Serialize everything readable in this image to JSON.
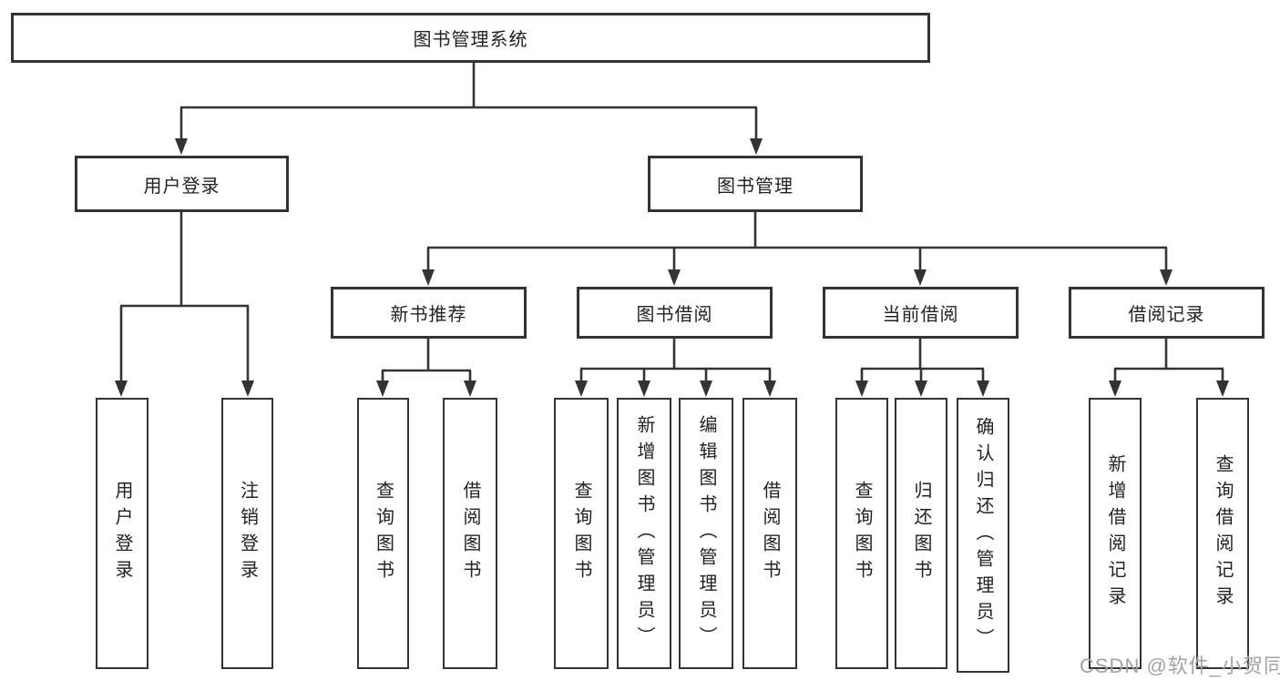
{
  "diagram": {
    "root": {
      "label": "图书管理系统"
    },
    "level2": [
      {
        "label": "用户登录"
      },
      {
        "label": "图书管理"
      }
    ],
    "level3": [
      {
        "label": "新书推荐"
      },
      {
        "label": "图书借阅"
      },
      {
        "label": "当前借阅"
      },
      {
        "label": "借阅记录"
      }
    ],
    "groups": [
      {
        "parent": "用户登录",
        "children": [
          "用户登录",
          "注销登录"
        ]
      },
      {
        "parent": "新书推荐",
        "children": [
          "查询图书",
          "借阅图书"
        ]
      },
      {
        "parent": "图书借阅",
        "children": [
          "查询图书",
          "新增图书（管理员）",
          "编辑图书（管理员）",
          "借阅图书"
        ]
      },
      {
        "parent": "当前借阅",
        "children": [
          "查询图书",
          "归还图书",
          "确认归还（管理员）"
        ]
      },
      {
        "parent": "借阅记录",
        "children": [
          "新增借阅记录",
          "查询借阅记录"
        ]
      }
    ]
  },
  "watermark": {
    "text": "CSDN @软件_小贺同学",
    "color": "#a3a3a3"
  },
  "colors": {
    "line": "#333333",
    "box_border": "#333333",
    "box_fill": "#ffffff",
    "text": "#222222"
  }
}
